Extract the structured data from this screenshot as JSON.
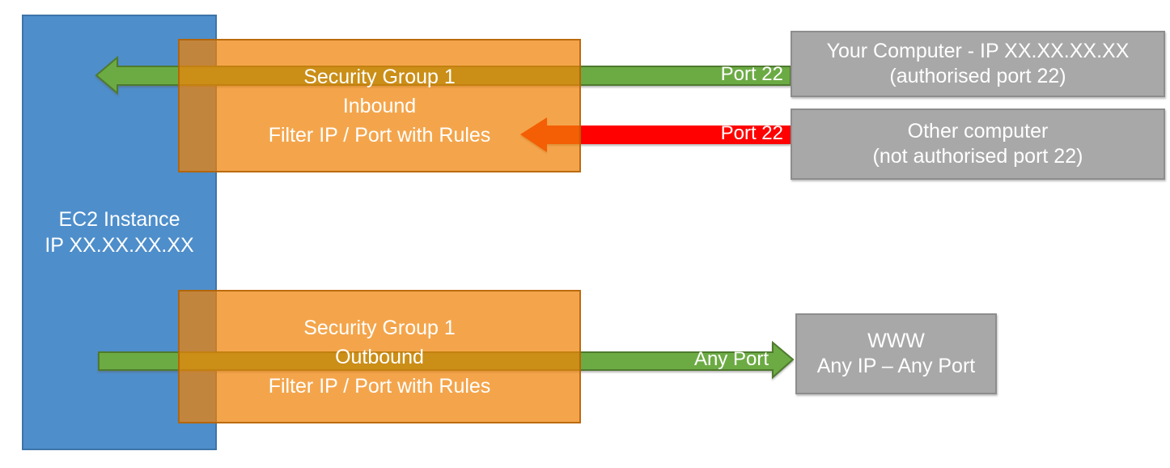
{
  "diagram": {
    "title_hint": "EC2 Security Group inbound/outbound filtering diagram",
    "ec2_box": {
      "line1": "EC2 Instance",
      "line2": "IP XX.XX.XX.XX"
    },
    "security_group_inbound": {
      "line1": "Security Group 1",
      "line2": "Inbound",
      "line3": "Filter IP / Port with Rules"
    },
    "security_group_outbound": {
      "line1": "Security Group 1",
      "line2": "Outbound",
      "line3": "Filter IP / Port with Rules"
    },
    "your_computer_box": {
      "line1": "Your Computer - IP XX.XX.XX.XX",
      "line2": "(authorised port 22)"
    },
    "other_computer_box": {
      "line1": "Other computer",
      "line2": "(not authorised port 22)"
    },
    "www_box": {
      "line1": "WWW",
      "line2": "Any IP – Any Port"
    },
    "arrow_labels": {
      "inbound_allowed": "Port 22",
      "inbound_blocked": "Port 22",
      "outbound": "Any Port"
    },
    "colors": {
      "ec2_fill": "#4E8ECB",
      "ec2_border": "#3D74A8",
      "security_group_fill": "#F08205",
      "security_group_border": "#B06002",
      "computer_fill": "#A8A8A8",
      "computer_border": "#8D8D8D",
      "allowed_arrow_fill": "#6CAB44",
      "allowed_arrow_border": "#4E7A2E",
      "blocked_arrow_fill": "#FF0101",
      "text": "#FFFFFF",
      "background": "#FFFFFF"
    }
  }
}
